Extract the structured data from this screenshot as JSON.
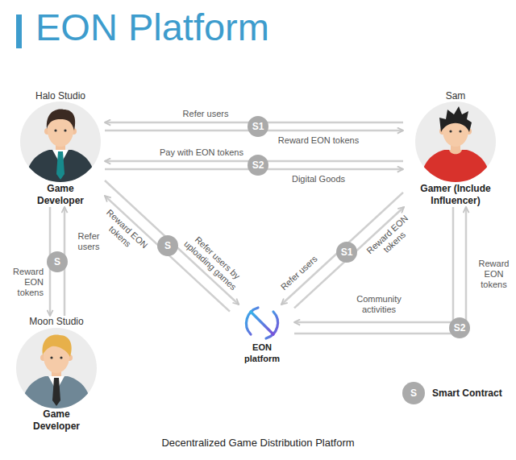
{
  "diagram": {
    "title": "EON Platform",
    "caption": "Decentralized Game Distribution Platform",
    "nodes": [
      {
        "text": [
          "Halo Studio",
          "Game Developer"
        ]
      },
      {
        "text": [
          "Sam",
          "Gamer (Include Influencer)"
        ]
      },
      {
        "text": [
          "Moon Studio",
          "Game Developer"
        ]
      },
      {
        "text": [
          "EON platform"
        ]
      }
    ],
    "edges": [
      {
        "from": 1,
        "to": 0,
        "label": "Refer users",
        "arrow": "to"
      },
      {
        "from": 0,
        "to": 1,
        "label": "Reward EON tokens",
        "arrow": "to"
      },
      {
        "from": 1,
        "to": 0,
        "label": "Pay with EON tokens",
        "arrow": "to"
      },
      {
        "from": 0,
        "to": 1,
        "label": "Digital Goods",
        "arrow": "to"
      },
      {
        "from": 2,
        "to": 0,
        "label": "Refer users",
        "arrow": "to"
      },
      {
        "from": 0,
        "to": 2,
        "label": "Reward EON tokens",
        "arrow": "to"
      },
      {
        "from": 3,
        "to": 0,
        "label": "Reward EON tokens",
        "arrow": "to"
      },
      {
        "from": 0,
        "to": 3,
        "label": "Refer users by uploading games",
        "arrow": "to"
      },
      {
        "from": 1,
        "to": 3,
        "label": "Refer users",
        "arrow": "to"
      },
      {
        "from": 3,
        "to": 1,
        "label": "Reward EON tokens",
        "arrow": "to"
      },
      {
        "from": 1,
        "to": 3,
        "label": "Community activities",
        "arrow": "to"
      },
      {
        "from": 3,
        "to": 1,
        "label": "Reward EON tokens",
        "arrow": "to"
      }
    ],
    "labels": [
      "S1",
      "S2",
      "S",
      "S",
      "S1",
      "S2",
      "S"
    ],
    "legend": [
      {
        "text": "Smart Contract",
        "color": "#aaaaaa"
      }
    ]
  }
}
